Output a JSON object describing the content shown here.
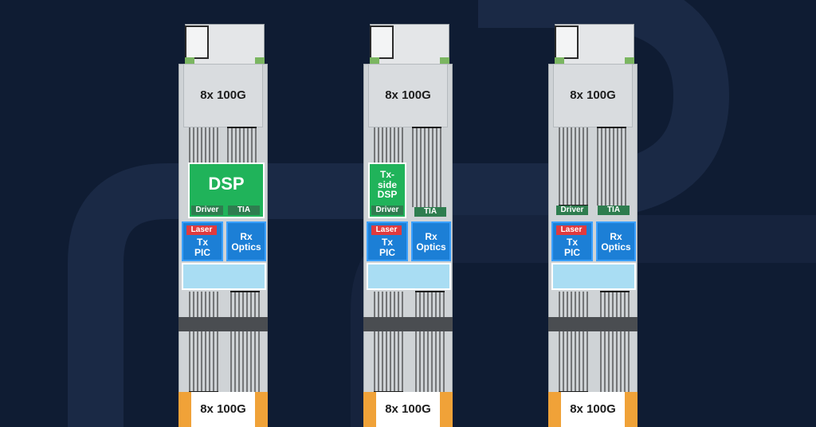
{
  "modules": [
    {
      "id": "full-dsp",
      "connector_label": "8x 100G",
      "dsp": {
        "label": "DSP",
        "driver": "Driver",
        "tia": "TIA"
      },
      "laser": "Laser",
      "tx_pic": "Tx\nPIC",
      "rx_optics": "Rx\nOptics",
      "edge_label": "8x 100G"
    },
    {
      "id": "tx-side-dsp",
      "connector_label": "8x 100G",
      "dsp": {
        "label": "Tx-\nside\nDSP",
        "driver": "Driver",
        "tia": "TIA"
      },
      "laser": "Laser",
      "tx_pic": "Tx\nPIC",
      "rx_optics": "Rx\nOptics",
      "edge_label": "8x 100G"
    },
    {
      "id": "no-dsp",
      "connector_label": "8x 100G",
      "dsp": {
        "driver": "Driver",
        "tia": "TIA"
      },
      "laser": "Laser",
      "tx_pic": "Tx\nPIC",
      "rx_optics": "Rx\nOptics",
      "edge_label": "8x 100G"
    }
  ],
  "colors": {
    "background": "#0f1c33",
    "module_body": "#cfd3d6",
    "dsp_green": "#20b35a",
    "dark_green": "#2e7d4f",
    "pic_blue": "#1c7fd6",
    "laser_red": "#e03a3e",
    "light_blue": "#a9ddf3",
    "edge_orange": "#f0a238"
  }
}
